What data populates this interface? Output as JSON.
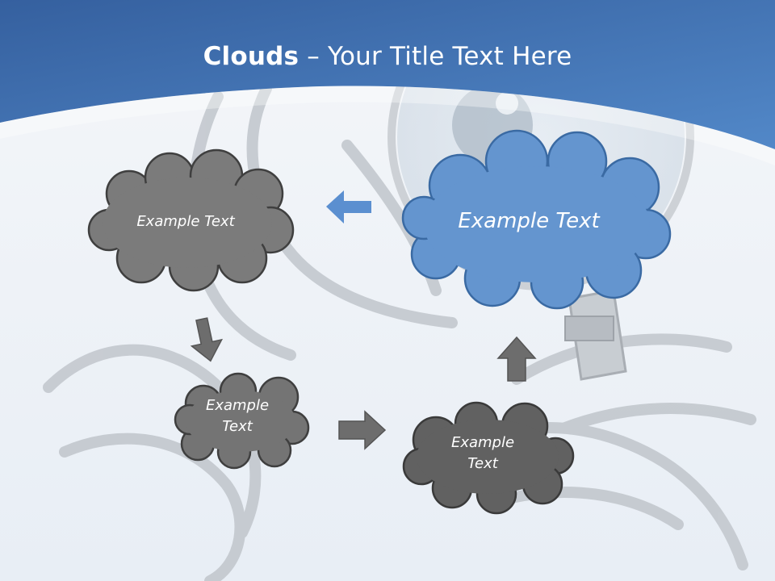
{
  "slide": {
    "title_bold": "Clouds",
    "title_rest": " – Your Title Text Here"
  },
  "clouds": [
    {
      "label": "Example Text"
    },
    {
      "label": "Example Text"
    },
    {
      "label": "Example Text"
    },
    {
      "label": "Example Text"
    }
  ],
  "colors": {
    "header_dark": "#3b66a8",
    "header_light": "#4f86c6",
    "background": "#eef2f7",
    "cloud_gray": "#7b7b7b",
    "cloud_dark": "#636363",
    "cloud_blue": "#6495cf",
    "arrow_gray": "#6d6d6d",
    "arrow_blue": "#5b8fd0"
  }
}
